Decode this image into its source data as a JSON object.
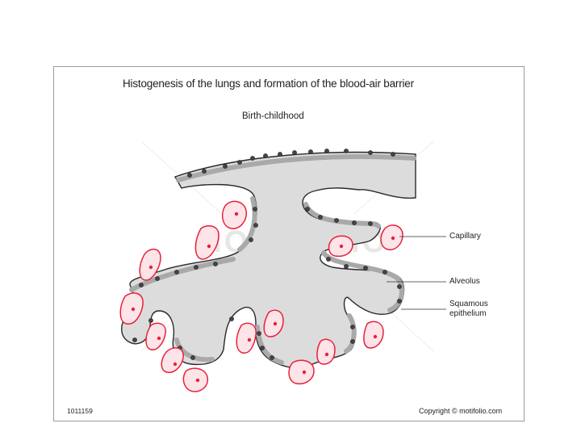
{
  "figure": {
    "title": "Histogenesis of the lungs and formation of the blood-air barrier",
    "stage_label": "Birth-childhood",
    "labels": {
      "capillary": "Capillary",
      "alveolus": "Alveolus",
      "squamous_line1": "Squamous",
      "squamous_line2": "epithelium"
    },
    "id_code": "1011159",
    "copyright": "Copyright © motifolio.com",
    "watermark": "MOTIFOLIO"
  },
  "colors": {
    "lumen": "#dcdcdc",
    "epithelium": "#a9a9a9",
    "outline": "#2a2a2a",
    "capillary_stroke": "#e8213a",
    "capillary_fill": "#fde4e8",
    "nucleus": "#333333",
    "rbc_nucleus": "#e8213a"
  },
  "icons": {
    "watermark": "motifolio-watermark"
  }
}
